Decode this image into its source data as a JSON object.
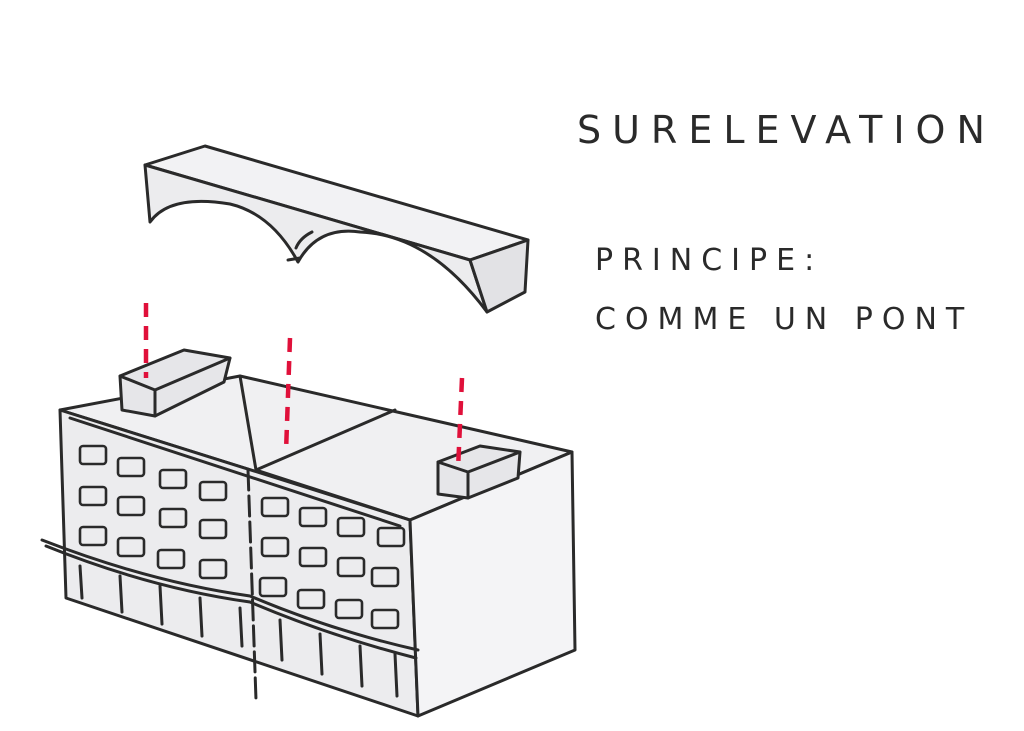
{
  "labels": {
    "title": "SURELEVATION",
    "principle": "PRINCIPE:",
    "description": "COMME UN PONT"
  },
  "colors": {
    "ink": "#2a2a2a",
    "fill": "#ececee",
    "accent": "#e0103a"
  }
}
